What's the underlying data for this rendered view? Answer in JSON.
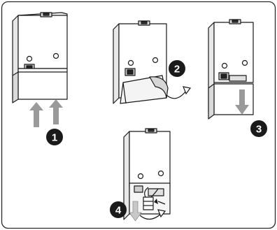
{
  "steps": [
    {
      "number": "1"
    },
    {
      "number": "2"
    },
    {
      "number": "3"
    },
    {
      "number": "4"
    }
  ],
  "colors": {
    "frame": "#2b2b2b",
    "device_fill": "#ffffff",
    "badge_fill": "#1a1a1a",
    "arrow_gray": "#9a9a9a",
    "arrow_light": "#c8c8c8"
  }
}
